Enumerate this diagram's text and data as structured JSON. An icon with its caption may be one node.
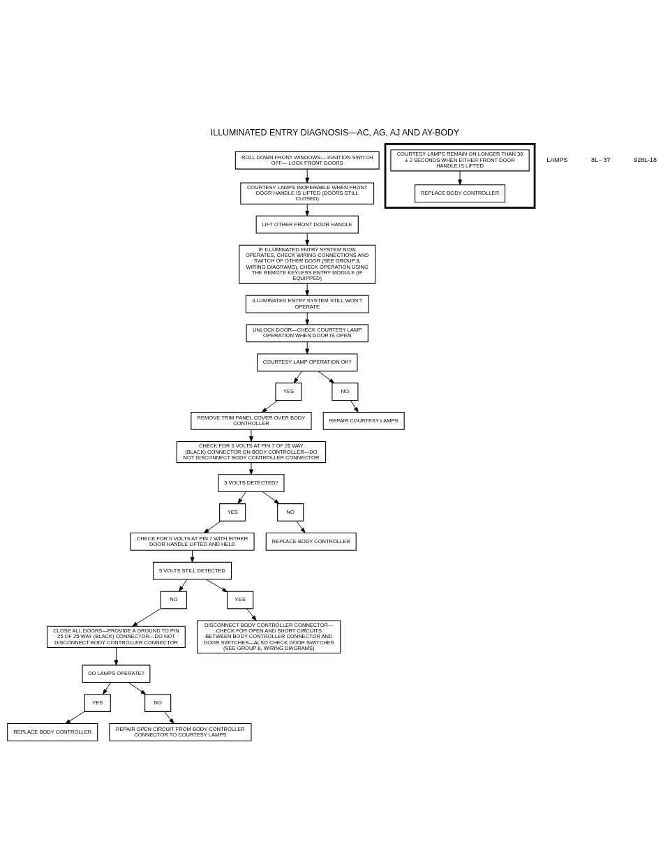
{
  "diagram": {
    "title": "ILLUMINATED ENTRY DIAGNOSIS—AC, AG, AJ AND AY-BODY",
    "nodes": [
      {
        "text": [
          "ROLL DOWN FRONT WINDOWS— IGNITION SWITCH OFF— LOCK FRONT DOORS"
        ]
      },
      {
        "text": [
          "LIFT OTHER FRONT DOOR HANDLE"
        ]
      },
      {
        "text": [
          "COURTESY LAMPS INOPERABLE WHEN FRONT DOOR HANDLE IS LIFTED (DOORS STILL CLOSED)"
        ]
      },
      {
        "text": [
          "UNLOCK DOOR—CHECK COURTESY LAMP OPERATION WHEN DOOR IS OPEN"
        ]
      },
      {
        "text": [
          "IF ILLUMINATED ENTRY SYSTEM NOW OPERATES, CHECK WIRING CONNECTIONS AND SWITCH OF OTHER DOOR (SEE GROUP 8, WIRING DIAGRAMS). CHECK OPERATION USING THE REMOTE KEYLESS ENTRY MODULE (IF EQUIPPED)"
        ]
      },
      {
        "text": [
          "COURTESY LAMP OPERATION OK?"
        ]
      },
      {
        "text": [
          "YES"
        ]
      },
      {
        "text": [
          "NO"
        ]
      },
      {
        "text": [
          "ILLUMINATED ENTRY SYSTEM STILL WON'T OPERATE"
        ]
      },
      {
        "text": [
          "REPAIR COURTESY LAMPS"
        ]
      },
      {
        "text": [
          "CHECK FOR 5 VOLTS AT PIN 7 OF 25 WAY (BLACK) CONNECTOR ON BODY CONTROLLER—DO NOT DISCONNECT BODY CONTROLLER CONNECTOR"
        ]
      },
      {
        "text": [
          "REMOVE TRIM PANEL COVER OVER BODY CONTROLLER"
        ]
      },
      {
        "text": [
          "5 VOLTS DETECTED?"
        ]
      },
      {
        "text": [
          "YES"
        ]
      },
      {
        "text": [
          "CLOSE ALL DOORS—PROVIDE A GROUND TO PIN 25 OF 25 WAY (BLACK) CONNECTOR—DO NOT DISCONNECT BODY CONTROLLER CONNECTOR"
        ]
      },
      {
        "text": [
          "NO"
        ]
      },
      {
        "text": [
          "DO LAMPS OPERATE?"
        ]
      },
      {
        "text": [
          "REPLACE BODY CONTROLLER"
        ]
      },
      {
        "text": [
          "YES"
        ]
      },
      {
        "text": [
          "NO"
        ]
      },
      {
        "text": [
          "REPLACE BODY CONTROLLER"
        ]
      },
      {
        "text": [
          "CHECK FOR 0 VOLTS AT PIN 7 WITH EITHER DOOR HANDLE LIFTED AND HELD"
        ]
      },
      {
        "text": [
          "REPAIR OPEN CIRCUIT FROM BODY CONTROLLER CONNECTOR TO COURTESY LAMPS"
        ]
      },
      {
        "text": [
          "5 VOLTS STILL DETECTED"
        ]
      },
      {
        "text": [
          "NO"
        ]
      },
      {
        "text": [
          "YES"
        ]
      },
      {
        "text": [],
        "shape": "box"
      },
      {
        "text": [
          "COURTESY LAMPS REMAIN ON LONGER THAN 30 ± 2 SECONDS WHEN EITHER FRONT DOOR HANDLE IS LIFTED"
        ],
        "in": 26
      },
      {
        "text": [
          "REPLACE BODY CONTROLLER"
        ],
        "in": 26
      },
      {
        "text": [
          "DISCONNECT BODY CONTROLLER CONNECTOR— CHECK FOR OPEN AND SHORT CIRCUITS BETWEEN BODY CONTROLLER CONNECTOR AND DOOR SWITCHES—ALSO CHECK DOOR SWITCHES (SEE GROUP 8, WIRING DIAGRAMS)"
        ]
      }
    ],
    "edges": [
      {
        "from": 0,
        "to": 2,
        "arrow": "to"
      },
      {
        "from": 2,
        "to": 1,
        "arrow": "to"
      },
      {
        "from": 1,
        "to": 4,
        "arrow": "to"
      },
      {
        "from": 4,
        "to": 8,
        "arrow": "to"
      },
      {
        "from": 8,
        "to": 3,
        "arrow": "to"
      },
      {
        "from": 3,
        "to": 5,
        "arrow": "to"
      },
      {
        "from": 5,
        "to": 6,
        "arrow": "to"
      },
      {
        "from": 5,
        "to": 7,
        "arrow": "to"
      },
      {
        "from": 7,
        "to": 9,
        "arrow": "to"
      },
      {
        "from": 6,
        "to": 11,
        "arrow": "to"
      },
      {
        "from": 11,
        "to": 10,
        "arrow": "to"
      },
      {
        "from": 10,
        "to": 12,
        "arrow": "to"
      },
      {
        "from": 12,
        "to": 13,
        "arrow": "to"
      },
      {
        "from": 12,
        "to": 15,
        "arrow": "to"
      },
      {
        "from": 15,
        "to": 17,
        "arrow": "to"
      },
      {
        "from": 13,
        "to": 21,
        "arrow": "to"
      },
      {
        "from": 21,
        "to": 23,
        "arrow": "to"
      },
      {
        "from": 23,
        "to": 24,
        "arrow": "to"
      },
      {
        "from": 24,
        "to": 14,
        "arrow": "to"
      },
      {
        "from": 23,
        "to": 25,
        "arrow": "to"
      },
      {
        "from": 25,
        "to": 29,
        "arrow": "to"
      },
      {
        "from": 14,
        "to": 16,
        "arrow": "to"
      },
      {
        "from": 16,
        "to": 18,
        "arrow": "to"
      },
      {
        "from": 16,
        "to": 19,
        "arrow": "to"
      },
      {
        "from": 18,
        "to": 20,
        "arrow": "to"
      },
      {
        "from": 19,
        "to": 22,
        "arrow": "to"
      },
      {
        "from": 27,
        "to": 28,
        "arrow": "to"
      }
    ],
    "labels": [
      "LAMPS",
      "8L - 37",
      "928L-18"
    ]
  }
}
